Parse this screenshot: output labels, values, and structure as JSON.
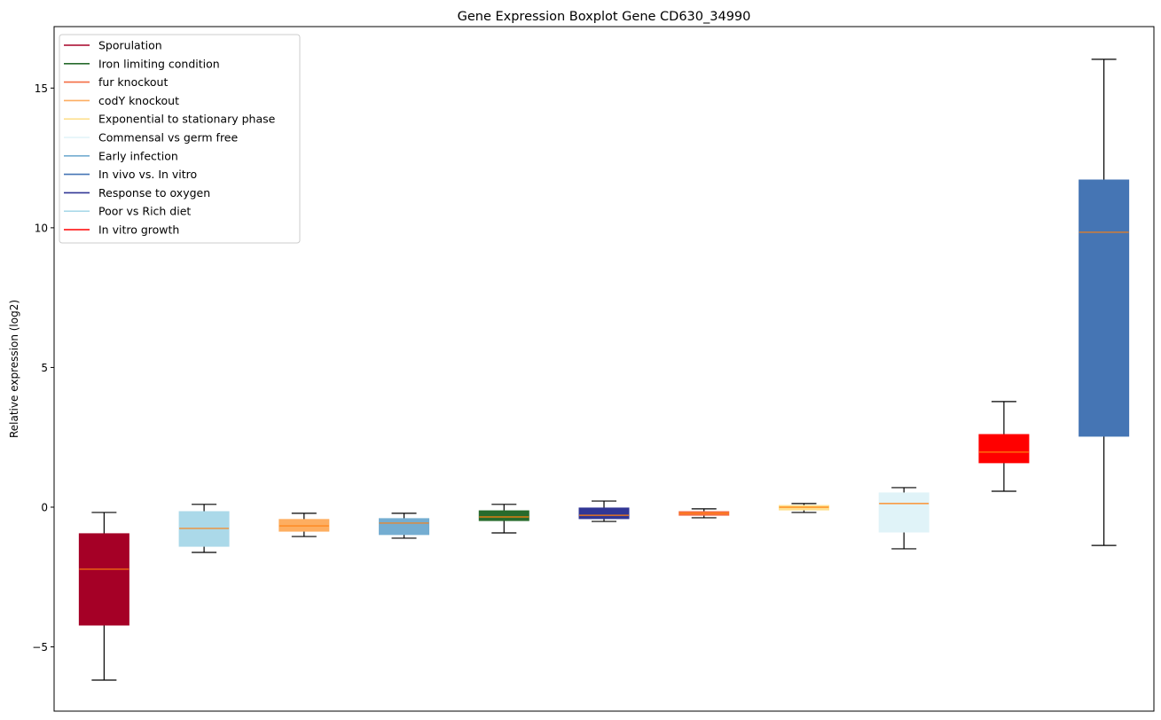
{
  "chart_data": {
    "type": "box",
    "title": "Gene Expression Boxplot Gene CD630_34990",
    "xlabel": "",
    "ylabel": "Relative expression (log2)",
    "ylim": [
      -7.3,
      17.2
    ],
    "yticks": [
      -5,
      0,
      5,
      10,
      15
    ],
    "ytick_labels": [
      "−5",
      "0",
      "5",
      "10",
      "15"
    ],
    "grid": false,
    "legend_position": "top-left",
    "legend": [
      {
        "label": "Sporulation",
        "color": "#a50026"
      },
      {
        "label": "Iron limiting condition",
        "color": "#276b2c"
      },
      {
        "label": "fur knockout",
        "color": "#f46d43"
      },
      {
        "label": "codY knockout",
        "color": "#fdae61"
      },
      {
        "label": "Exponential to stationary phase",
        "color": "#fee090"
      },
      {
        "label": "Commensal vs germ free",
        "color": "#e0f3f8"
      },
      {
        "label": "Early infection",
        "color": "#74add1"
      },
      {
        "label": "In vivo vs. In vitro",
        "color": "#4575b4"
      },
      {
        "label": "Response to oxygen",
        "color": "#313695"
      },
      {
        "label": "Poor vs Rich diet",
        "color": "#abd9e9"
      },
      {
        "label": "In vitro growth",
        "color": "#ff0000"
      }
    ],
    "median_color": "#ff7f0e",
    "series": [
      {
        "name": "Sporulation",
        "color": "#a50026",
        "whislo": -6.19,
        "q1": -4.22,
        "median": -2.22,
        "q3": -0.95,
        "whishi": -0.19
      },
      {
        "name": "Poor vs Rich diet",
        "color": "#abd9e9",
        "whislo": -1.62,
        "q1": -1.4,
        "median": -0.76,
        "q3": -0.16,
        "whishi": 0.1
      },
      {
        "name": "codY knockout",
        "color": "#fdae61",
        "whislo": -1.05,
        "q1": -0.86,
        "median": -0.67,
        "q3": -0.44,
        "whishi": -0.22
      },
      {
        "name": "Early infection",
        "color": "#74add1",
        "whislo": -1.11,
        "q1": -0.98,
        "median": -0.57,
        "q3": -0.41,
        "whishi": -0.22
      },
      {
        "name": "Iron limiting condition",
        "color": "#276b2c",
        "whislo": -0.92,
        "q1": -0.48,
        "median": -0.35,
        "q3": -0.13,
        "whishi": 0.1
      },
      {
        "name": "Response to oxygen",
        "color": "#313695",
        "whislo": -0.51,
        "q1": -0.41,
        "median": -0.29,
        "q3": -0.03,
        "whishi": 0.22
      },
      {
        "name": "fur knockout",
        "color": "#f46d43",
        "whislo": -0.38,
        "q1": -0.29,
        "median": -0.22,
        "q3": -0.16,
        "whishi": -0.06
      },
      {
        "name": "Exponential to stationary phase",
        "color": "#fee090",
        "whislo": -0.19,
        "q1": -0.1,
        "median": 0.0,
        "q3": 0.06,
        "whishi": 0.13
      },
      {
        "name": "Commensal vs germ free",
        "color": "#e0f3f8",
        "whislo": -1.49,
        "q1": -0.89,
        "median": 0.13,
        "q3": 0.51,
        "whishi": 0.7
      },
      {
        "name": "In vitro growth",
        "color": "#ff0000",
        "whislo": 0.57,
        "q1": 1.59,
        "median": 1.97,
        "q3": 2.6,
        "whishi": 3.78
      },
      {
        "name": "In vivo vs. In vitro",
        "color": "#4575b4",
        "whislo": -1.37,
        "q1": 2.54,
        "median": 9.84,
        "q3": 11.71,
        "whishi": 16.03
      }
    ]
  }
}
